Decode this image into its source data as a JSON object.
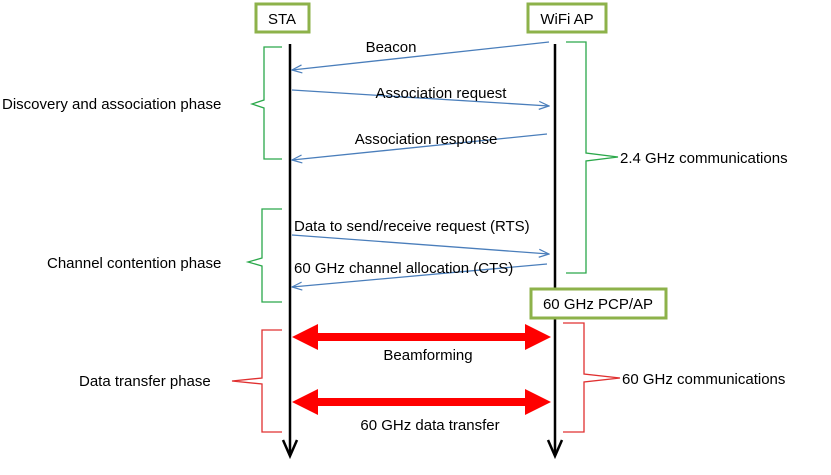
{
  "entities": {
    "sta": "STA",
    "wifi_ap": "WiFi AP",
    "pcp_ap": "60 GHz PCP/AP"
  },
  "messages": {
    "beacon": "Beacon",
    "assoc_request": "Association request",
    "assoc_response": "Association response",
    "rts": "Data  to send/receive  request (RTS)",
    "cts": "60 GHz channel allocation (CTS)",
    "beamforming": "Beamforming",
    "data_transfer": "60 GHz data transfer"
  },
  "phases": {
    "discovery": "Discovery and association phase",
    "contention": "Channel contention phase",
    "data_transfer": "Data transfer  phase"
  },
  "bands": {
    "ghz24": "2.4 GHz communications",
    "ghz60": "60 GHz communications"
  },
  "colors": {
    "box_border": "#8db24a",
    "message_arrow": "#4a7ebb",
    "wide_arrow": "#ff0000",
    "bracket_green": "#2aa84a",
    "bracket_red": "#e03030",
    "lifeline": "#000000"
  }
}
